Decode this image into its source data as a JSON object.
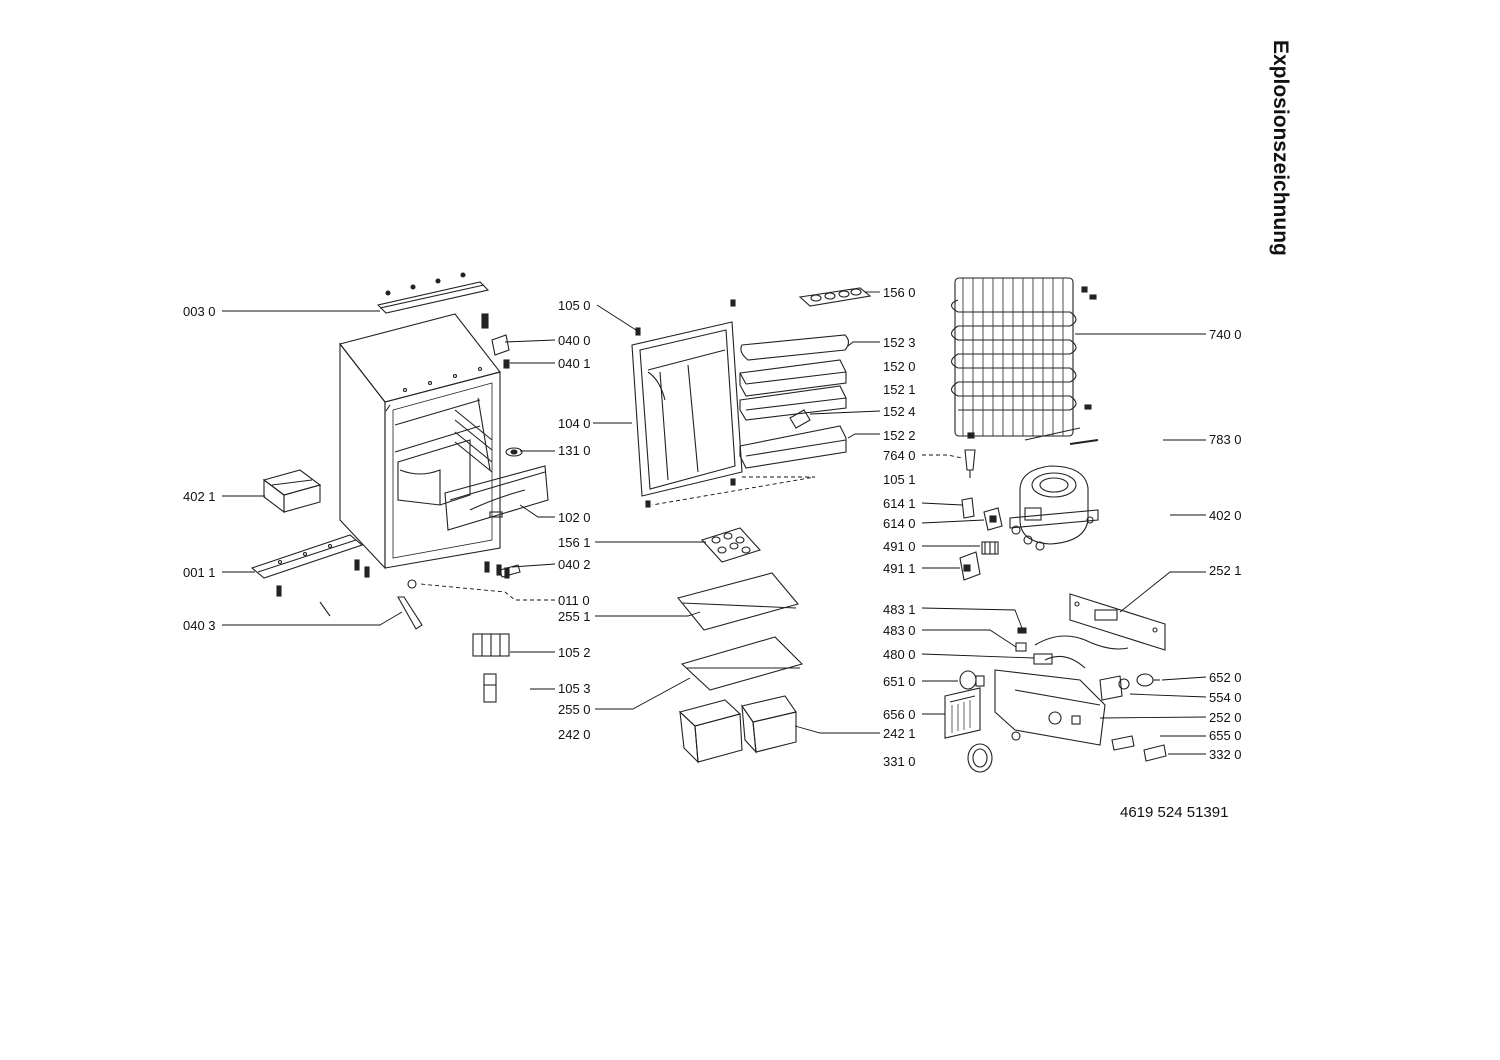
{
  "title": "Explosionszeichnung",
  "document_number": "4619 524 51391",
  "part_labels": {
    "p0030": "003 0",
    "p0400": "040 0",
    "p0401": "040 1",
    "p1310": "131 0",
    "p4021": "402 1",
    "p1020": "102 0",
    "p0011": "001 1",
    "p0402": "040 2",
    "p0110": "011 0",
    "p0403": "040 3",
    "p1052": "105 2",
    "p1053": "105 3",
    "p2420": "242 0",
    "p1050": "105 0",
    "p1040": "104 0",
    "p1561": "156 1",
    "p2551": "255 1",
    "p2550": "255 0",
    "p1560": "156 0",
    "p1523": "152 3",
    "p1520": "152 0",
    "p1521": "152 1",
    "p1524": "152 4",
    "p1522": "152 2",
    "p7640": "764 0",
    "p1051": "105 1",
    "p6141": "614 1",
    "p6140": "614 0",
    "p4910": "491 0",
    "p4911": "491 1",
    "p4831": "483 1",
    "p4830": "483 0",
    "p4800": "480 0",
    "p6510": "651 0",
    "p6560": "656 0",
    "p2421": "242 1",
    "p3310": "331 0",
    "p7400": "740 0",
    "p7830": "783 0",
    "p4020": "402 0",
    "p2521": "252 1",
    "p6520": "652 0",
    "p5540": "554 0",
    "p2520": "252 0",
    "p6550": "655 0",
    "p3320": "332 0"
  }
}
